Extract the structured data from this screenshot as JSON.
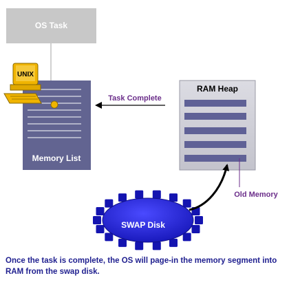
{
  "diagram": {
    "os_task_label": "OS Task",
    "memory_list_label": "Memory List",
    "ram_heap_label": "RAM Heap",
    "swap_disk_label": "SWAP Disk",
    "unix_label": "UNIX",
    "task_complete_label": "Task Complete",
    "old_memory_label": "Old Memory"
  },
  "caption": "Once the task is complete, the OS will page-in the memory segment into RAM from the swap disk.",
  "colors": {
    "os_task_box": "#c8c8c8",
    "memory_list_box": "#626491",
    "ram_heap_box": "#cfcfd6",
    "memory_bar": "#5f6196",
    "swap_disk": "#1f1fd8",
    "annotation_text": "#6b2e8a",
    "caption_text": "#1f1f8f",
    "terminal": "#f0b400"
  }
}
